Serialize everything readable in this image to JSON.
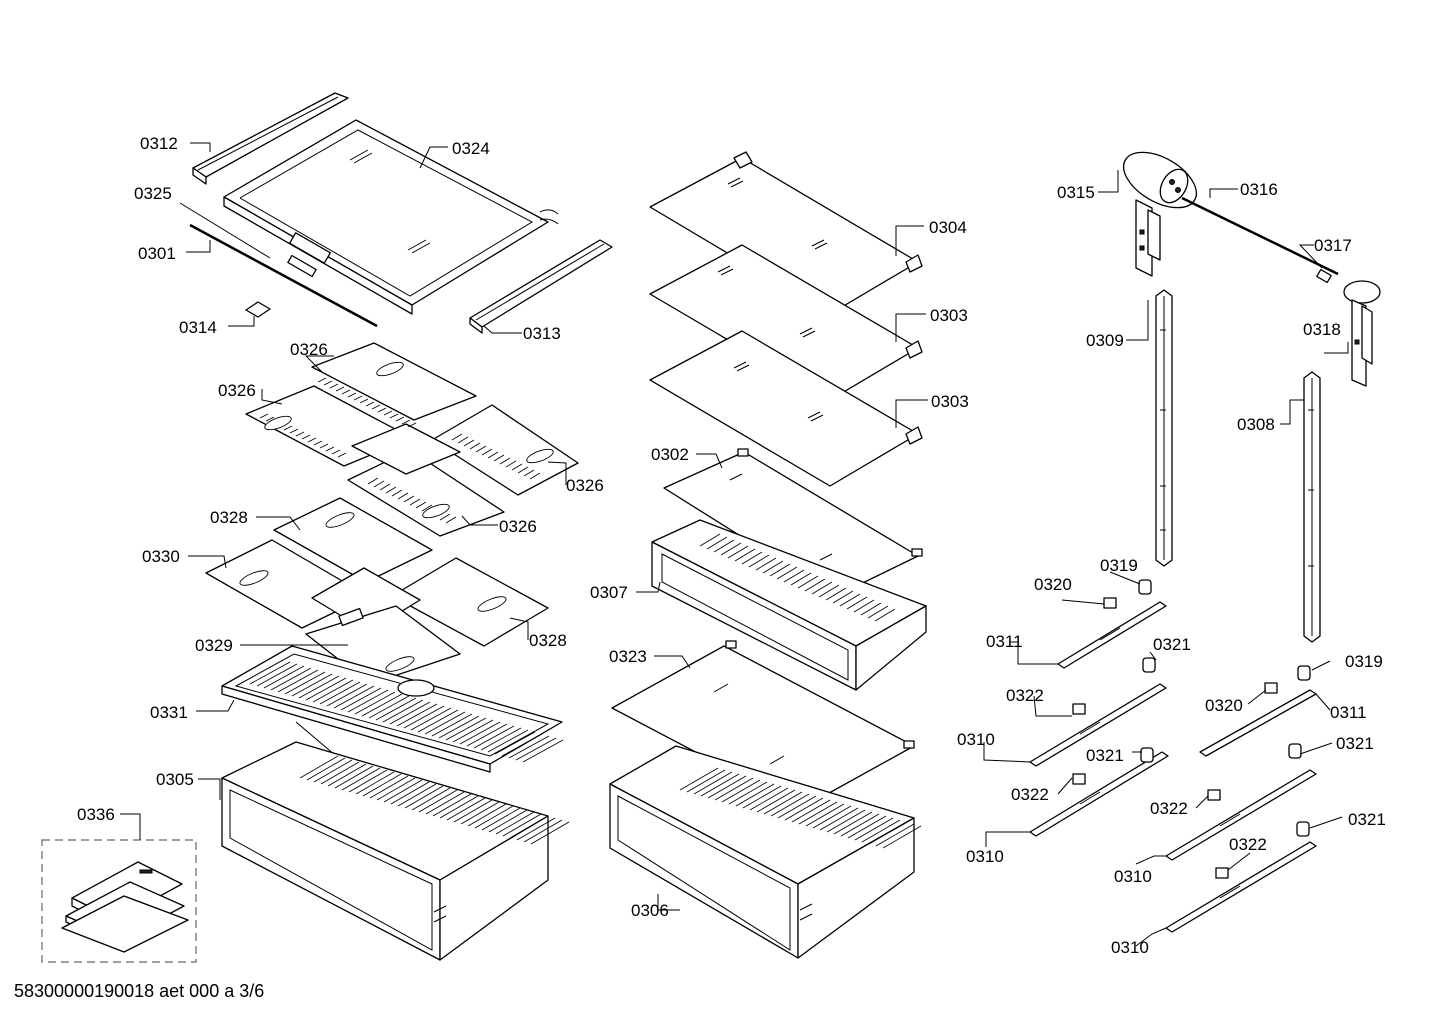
{
  "diagram": {
    "document_code": "58300000190018 aet 000 a 3/6",
    "part_labels": {
      "p0312": "0312",
      "p0324": "0324",
      "p0325": "0325",
      "p0301": "0301",
      "p0314": "0314",
      "p0313": "0313",
      "p0326a": "0326",
      "p0326b": "0326",
      "p0326c": "0326",
      "p0326d": "0326",
      "p0328a": "0328",
      "p0328b": "0328",
      "p0330": "0330",
      "p0329": "0329",
      "p0331": "0331",
      "p0305": "0305",
      "p0336": "0336",
      "p0304": "0304",
      "p0303a": "0303",
      "p0303b": "0303",
      "p0302": "0302",
      "p0307": "0307",
      "p0323": "0323",
      "p0306": "0306",
      "p0315": "0315",
      "p0316": "0316",
      "p0317": "0317",
      "p0318": "0318",
      "p0309": "0309",
      "p0308": "0308",
      "p0319a": "0319",
      "p0319b": "0319",
      "p0320a": "0320",
      "p0320b": "0320",
      "p0311a": "0311",
      "p0311b": "0311",
      "p0321a": "0321",
      "p0321b": "0321",
      "p0321c": "0321",
      "p0321d": "0321",
      "p0322a": "0322",
      "p0322b": "0322",
      "p0322c": "0322",
      "p0322d": "0322",
      "p0310a": "0310",
      "p0310b": "0310",
      "p0310c": "0310",
      "p0310d": "0310"
    }
  }
}
